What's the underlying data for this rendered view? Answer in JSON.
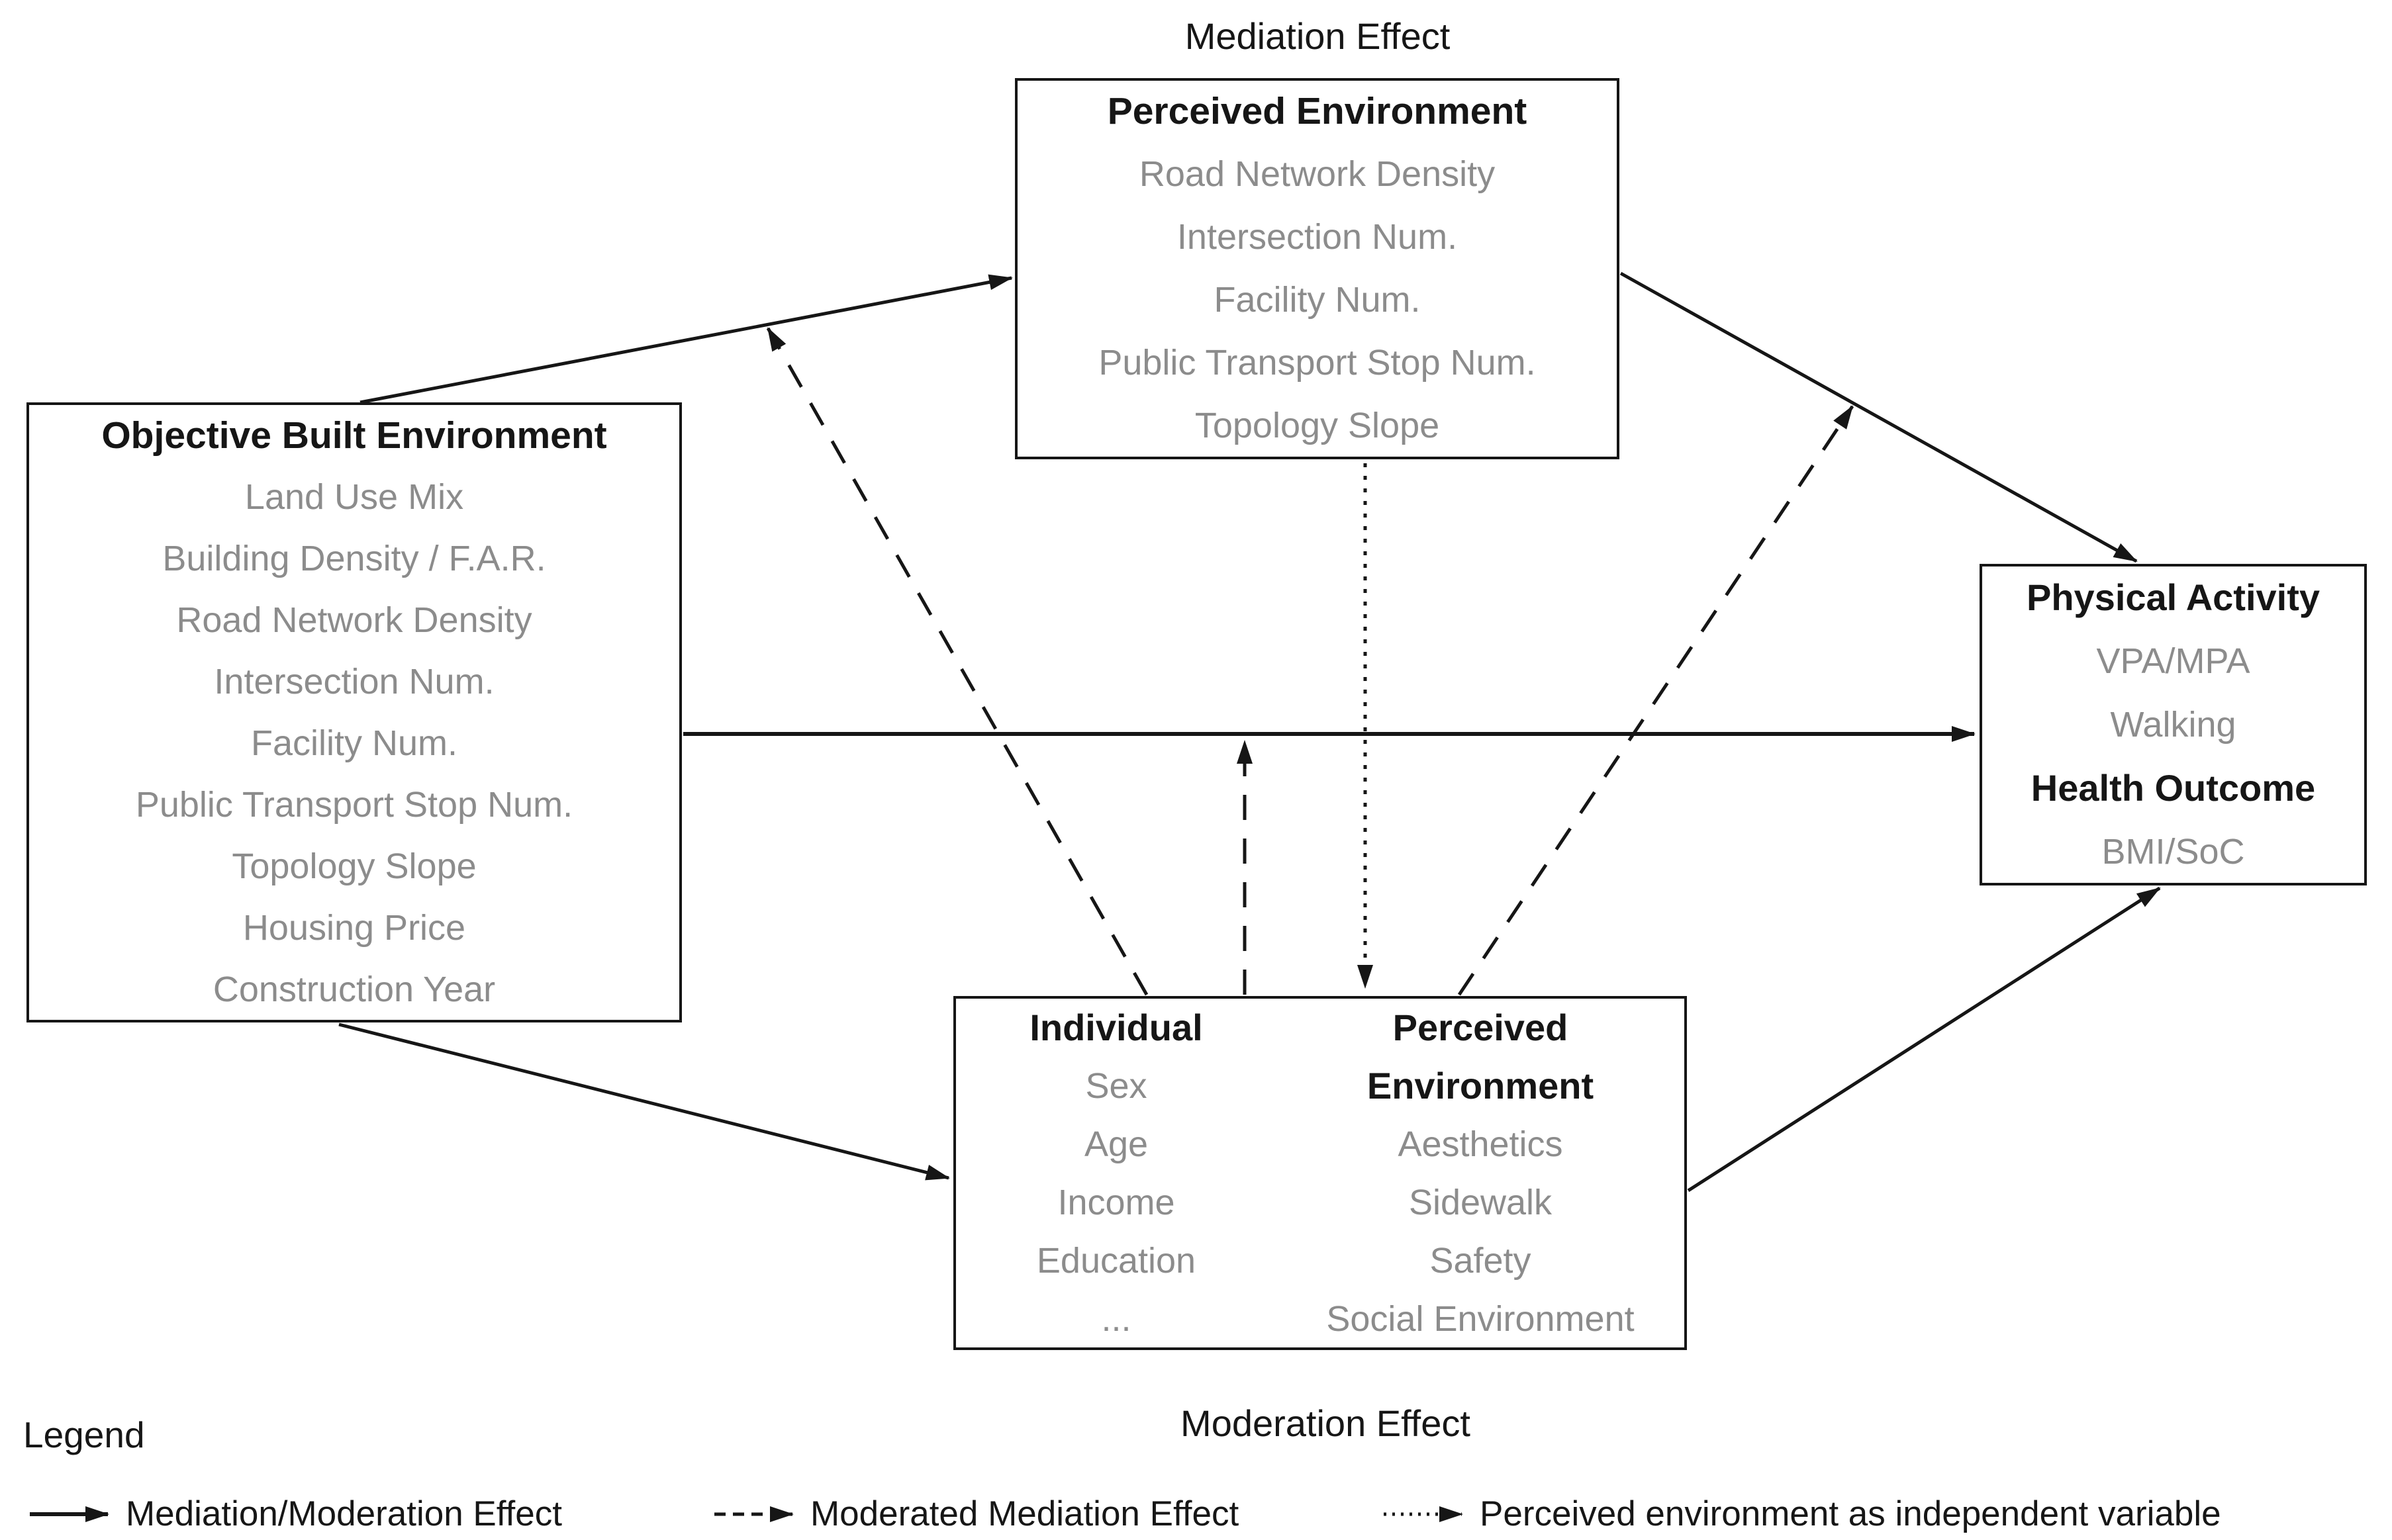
{
  "diagram": {
    "labels": {
      "mediation_effect": "Mediation Effect",
      "moderation_effect": "Moderation Effect"
    },
    "boxes": {
      "perceived_environment": {
        "title": "Perceived Environment",
        "items": [
          "Road Network Density",
          "Intersection Num.",
          "Facility Num.",
          "Public Transport Stop Num.",
          "Topology Slope"
        ]
      },
      "objective_built_environment": {
        "title": "Objective Built Environment",
        "items": [
          "Land Use Mix",
          "Building Density / F.A.R.",
          "Road Network Density",
          "Intersection Num.",
          "Facility Num.",
          "Public Transport Stop Num.",
          "Topology Slope",
          "Housing Price",
          "Construction Year"
        ]
      },
      "physical_activity_health": {
        "title": "Physical Activity",
        "items": [
          "VPA/MPA",
          "Walking"
        ],
        "title2": "Health Outcome",
        "items2": [
          "BMI/SoC"
        ]
      },
      "moderators": {
        "individual": {
          "title": "Individual",
          "items": [
            "Sex",
            "Age",
            "Income",
            "Education",
            "..."
          ]
        },
        "perceived_environment": {
          "title_line1": "Perceived",
          "title_line2": "Environment",
          "items": [
            "Aesthetics",
            "Sidewalk",
            "Safety",
            "Social Environment"
          ]
        }
      }
    },
    "legend": {
      "title": "Legend",
      "entries": [
        {
          "style": "solid",
          "label": "Mediation/Moderation Effect"
        },
        {
          "style": "dashed",
          "label": "Moderated Mediation Effect"
        },
        {
          "style": "dotted",
          "label": "Perceived environment as independent variable"
        }
      ]
    },
    "colors": {
      "background": "#ffffff",
      "text_primary": "#161616",
      "text_secondary": "#8c8c8c",
      "line": "#161616"
    }
  }
}
